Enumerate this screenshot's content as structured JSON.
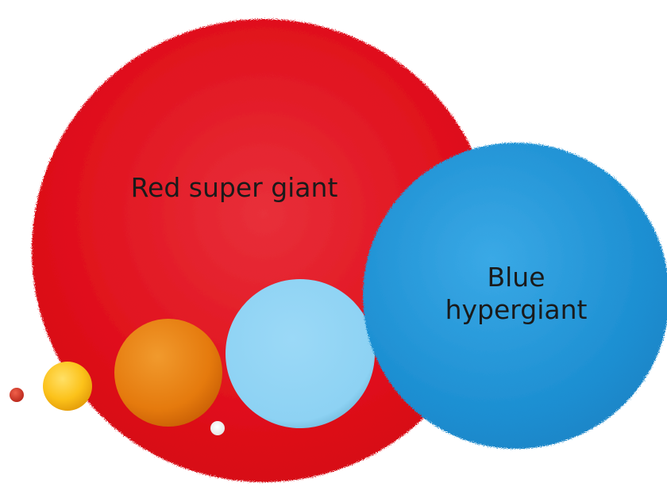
{
  "stars": [
    {
      "name": "red-super-giant",
      "label": "Red super giant",
      "color": "#e30613"
    },
    {
      "name": "blue-hypergiant",
      "label_lines": [
        "Blue",
        "hypergiant"
      ],
      "color": "#1e90d4"
    },
    {
      "name": "light-blue-star",
      "color": "#8fd4f5"
    },
    {
      "name": "orange-star",
      "color": "#e87a0c"
    },
    {
      "name": "yellow-star",
      "color": "#fcc21a"
    },
    {
      "name": "red-dwarf",
      "color": "#d8341f"
    },
    {
      "name": "white-dwarf",
      "color": "#ffffff"
    }
  ]
}
